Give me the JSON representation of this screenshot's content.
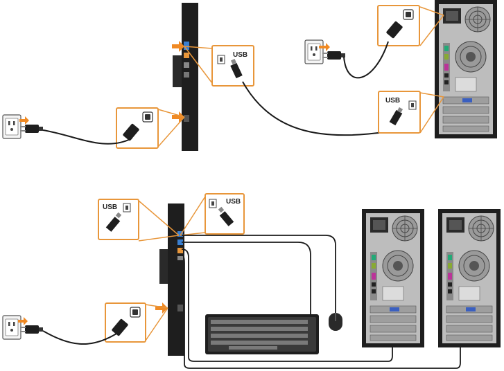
{
  "labels": {
    "usb_monitor_top": "USB",
    "usb_pc_top": "USB",
    "usb_left_bottom": "USB",
    "usb_right_bottom": "USB"
  },
  "colors": {
    "callout": "#e8963a",
    "arrow": "#f08a24",
    "cable": "#1a1a1a",
    "device_dark": "#1e1e1e",
    "pc_panel": "#bdbdbd",
    "port_blue": "#3a7fd0"
  },
  "icons": [
    "wall-outlet-icon",
    "power-plug-icon",
    "iec-power-connector-icon",
    "usb-port-icon",
    "usb-plug-icon",
    "keyboard-icon",
    "mouse-icon",
    "desktop-tower-icon",
    "monitor-side-icon"
  ]
}
